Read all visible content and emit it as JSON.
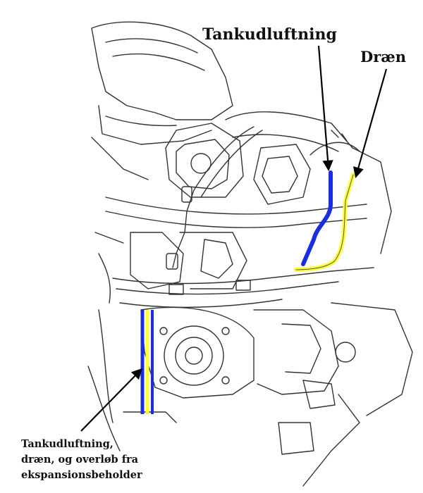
{
  "labels": {
    "tank_vent": "Tankudluftning",
    "drain": "Dræn",
    "combined": [
      "Tankudluftning,",
      "dræn, og overløb fra",
      "ekspansionsbeholder"
    ]
  },
  "colors": {
    "vent_hose": "#1a2ee0",
    "drain_hose": "#ffff33",
    "line_art": "#333333",
    "arrow": "#000000"
  }
}
